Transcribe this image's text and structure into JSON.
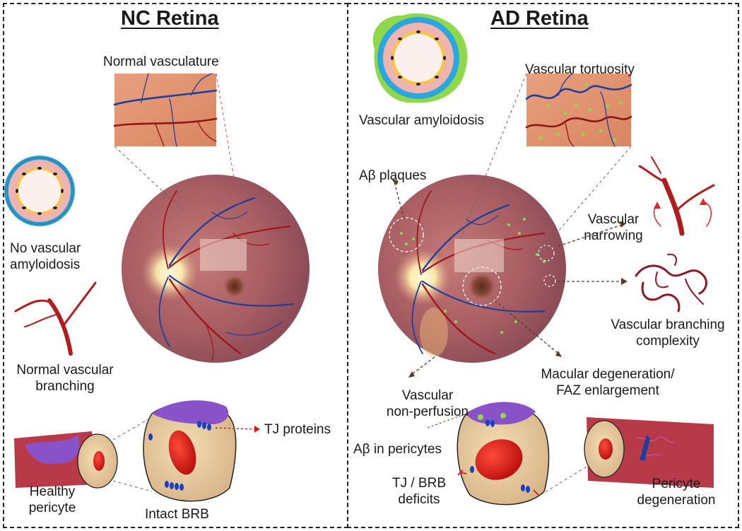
{
  "left_panel": {
    "title": "NC Retina",
    "normal_vasculature": "Normal vasculature",
    "no_amyloidosis_line1": "No vascular",
    "no_amyloidosis_line2": "amyloidosis",
    "normal_branching_line1": "Normal vascular",
    "normal_branching_line2": "branching",
    "tj_proteins": "TJ proteins",
    "healthy_pericyte_line1": "Healthy",
    "healthy_pericyte_line2": "pericyte",
    "intact_brb": "Intact BRB"
  },
  "right_panel": {
    "title": "AD Retina",
    "vascular_amyloidosis": "Vascular amyloidosis",
    "vascular_tortuosity": "Vascular tortuosity",
    "abeta_plaques": "Aβ plaques",
    "vascular_narrowing_line1": "Vascular",
    "vascular_narrowing_line2": "narrowing",
    "branching_complexity_line1": "Vascular branching",
    "branching_complexity_line2": "complexity",
    "macular_line1": "Macular degeneration/",
    "macular_line2": "FAZ enlargement",
    "nonperfusion_line1": "Vascular",
    "nonperfusion_line2": "non-perfusion",
    "abeta_pericytes": "Aβ in pericytes",
    "tj_brb_line1": "TJ / BRB",
    "tj_brb_line2": "deficits",
    "pericyte_degen_line1": "Pericyte",
    "pericyte_degen_line2": "degeneration"
  },
  "colors": {
    "retina_fundus": "#a8595a",
    "optic_disc": "#fbe8b8",
    "tissue_orange": "#e59a78",
    "artery": "#a0161c",
    "vein": "#1f3f9e",
    "blood_cell": "#e01414",
    "cell_beige": "#ecd3a6",
    "pericyte_purple": "#8a52c9",
    "amyloid_green": "#8fd84a",
    "arrow_brown": "#5a3a28"
  }
}
